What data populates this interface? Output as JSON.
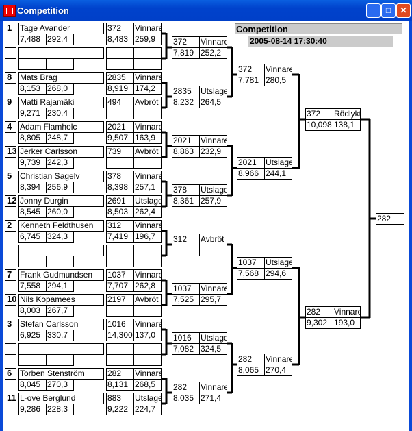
{
  "window": {
    "title": "Competition",
    "minimize": "_",
    "maximize": "□",
    "close": "✕"
  },
  "header": {
    "title": "Competition",
    "datetime": "2005-08-14 17:30:40"
  },
  "round1": [
    {
      "seed": "1",
      "name": "Tage Avander",
      "time": "7,488",
      "speed": "292,4",
      "result": {
        "id": "372",
        "status": "Vinnare",
        "time": "8,483",
        "speed": "259,9"
      }
    },
    {
      "seed": "",
      "name": "",
      "time": "",
      "speed": "",
      "result": {
        "id": "",
        "status": "",
        "time": "",
        "speed": ""
      }
    },
    {
      "seed": "8",
      "name": "Mats Brag",
      "time": "8,153",
      "speed": "268,0",
      "result": {
        "id": "2835",
        "status": "Vinnare",
        "time": "8,919",
        "speed": "174,2"
      }
    },
    {
      "seed": "9",
      "name": "Matti Rajamäki",
      "time": "9,271",
      "speed": "230,4",
      "result": {
        "id": "494",
        "status": "Avbröt",
        "time": "",
        "speed": ""
      }
    },
    {
      "seed": "4",
      "name": "Adam Flamholc",
      "time": "8,805",
      "speed": "248,7",
      "result": {
        "id": "2021",
        "status": "Vinnare",
        "time": "9,507",
        "speed": "163,9"
      }
    },
    {
      "seed": "13",
      "name": "Jerker Carlsson",
      "time": "9,739",
      "speed": "242,3",
      "result": {
        "id": "739",
        "status": "Avbröt",
        "time": "",
        "speed": ""
      }
    },
    {
      "seed": "5",
      "name": "Christian Sagelv",
      "time": "8,394",
      "speed": "256,9",
      "result": {
        "id": "378",
        "status": "Vinnare",
        "time": "8,398",
        "speed": "257,1"
      }
    },
    {
      "seed": "12",
      "name": "Jonny Durgin",
      "time": "8,545",
      "speed": "260,0",
      "result": {
        "id": "2691",
        "status": "Utslagen",
        "time": "8,503",
        "speed": "262,4"
      }
    },
    {
      "seed": "2",
      "name": "Kenneth Feldthusen",
      "time": "6,745",
      "speed": "324,3",
      "result": {
        "id": "312",
        "status": "Vinnare",
        "time": "7,419",
        "speed": "196,7"
      }
    },
    {
      "seed": "",
      "name": "",
      "time": "",
      "speed": "",
      "result": {
        "id": "",
        "status": "",
        "time": "",
        "speed": ""
      }
    },
    {
      "seed": "7",
      "name": "Frank Gudmundsen",
      "time": "7,558",
      "speed": "294,1",
      "result": {
        "id": "1037",
        "status": "Vinnare",
        "time": "7,707",
        "speed": "262,8"
      }
    },
    {
      "seed": "10",
      "name": "Nils  Kopamees",
      "time": "8,003",
      "speed": "267,7",
      "result": {
        "id": "2197",
        "status": "Avbröt",
        "time": "",
        "speed": ""
      }
    },
    {
      "seed": "3",
      "name": "Stefan Carlsson",
      "time": "6,925",
      "speed": "330,7",
      "result": {
        "id": "1016",
        "status": "Vinnare",
        "time": "14,300",
        "speed": "137,0"
      }
    },
    {
      "seed": "",
      "name": "",
      "time": "",
      "speed": "",
      "result": {
        "id": "",
        "status": "",
        "time": "",
        "speed": ""
      }
    },
    {
      "seed": "6",
      "name": "Torben Stenström",
      "time": "8,045",
      "speed": "270,3",
      "result": {
        "id": "282",
        "status": "Vinnare",
        "time": "8,131",
        "speed": "268,5"
      }
    },
    {
      "seed": "11",
      "name": "L-ove Berglund",
      "time": "9,286",
      "speed": "228,3",
      "result": {
        "id": "883",
        "status": "Utslagen",
        "time": "9,222",
        "speed": "224,7"
      }
    }
  ],
  "round2": [
    {
      "id": "372",
      "status": "Vinnare",
      "time": "7,819",
      "speed": "252,2"
    },
    {
      "id": "2835",
      "status": "Utslagen",
      "time": "8,232",
      "speed": "264,5"
    },
    {
      "id": "2021",
      "status": "Vinnare",
      "time": "8,863",
      "speed": "232,9"
    },
    {
      "id": "378",
      "status": "Utslagen",
      "time": "8,361",
      "speed": "257,9"
    },
    {
      "id": "312",
      "status": "Avbröt",
      "time": "",
      "speed": ""
    },
    {
      "id": "1037",
      "status": "Vinnare",
      "time": "7,525",
      "speed": "295,7"
    },
    {
      "id": "1016",
      "status": "Utslagen",
      "time": "7,082",
      "speed": "324,5"
    },
    {
      "id": "282",
      "status": "Vinnare",
      "time": "8,035",
      "speed": "271,4"
    }
  ],
  "round3": [
    {
      "id": "372",
      "status": "Vinnare",
      "time": "7,781",
      "speed": "280,5"
    },
    {
      "id": "2021",
      "status": "Utslagen",
      "time": "8,966",
      "speed": "244,1"
    },
    {
      "id": "1037",
      "status": "Utslagen",
      "time": "7,568",
      "speed": "294,6"
    },
    {
      "id": "282",
      "status": "Vinnare",
      "time": "8,065",
      "speed": "270,4"
    }
  ],
  "round4": [
    {
      "id": "372",
      "status": "Rödlykta",
      "time": "10,098",
      "speed": "138,1"
    },
    {
      "id": "282",
      "status": "Vinnare",
      "time": "9,302",
      "speed": "193,0"
    }
  ],
  "final": {
    "id": "282"
  }
}
